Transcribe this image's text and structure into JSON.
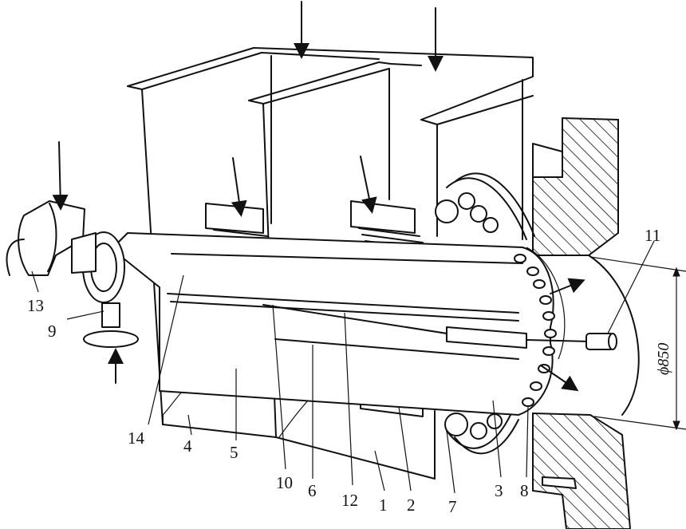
{
  "labels": {
    "n1": "1",
    "n2": "2",
    "n3": "3",
    "n4": "4",
    "n5": "5",
    "n6": "6",
    "n7": "7",
    "n8": "8",
    "n9": "9",
    "n10": "10",
    "n11": "11",
    "n12": "12",
    "n13": "13",
    "n14": "14"
  },
  "dimension": "ϕ850"
}
